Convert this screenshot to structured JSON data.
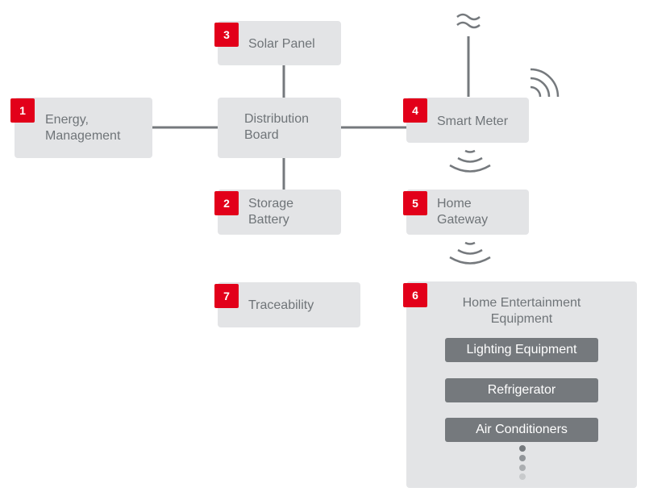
{
  "nodes": {
    "energy": {
      "num": "1",
      "label": "Energy,\nManagement"
    },
    "storage": {
      "num": "2",
      "label": "Storage\nBattery"
    },
    "solar": {
      "num": "3",
      "label": "Solar Panel"
    },
    "distribution": {
      "label": "Distribution\nBoard"
    },
    "meter": {
      "num": "4",
      "label": "Smart Meter"
    },
    "gateway": {
      "num": "5",
      "label": "Home\nGateway"
    },
    "home": {
      "num": "6",
      "label": "Home Entertainment\nEquipment",
      "items": [
        "Lighting Equipment",
        "Refrigerator",
        "Air Conditioners"
      ]
    },
    "trace": {
      "num": "7",
      "label": "Traceability"
    }
  },
  "colors": {
    "accent": "#e2001a",
    "box": "#e3e4e6",
    "line": "#75797d"
  }
}
